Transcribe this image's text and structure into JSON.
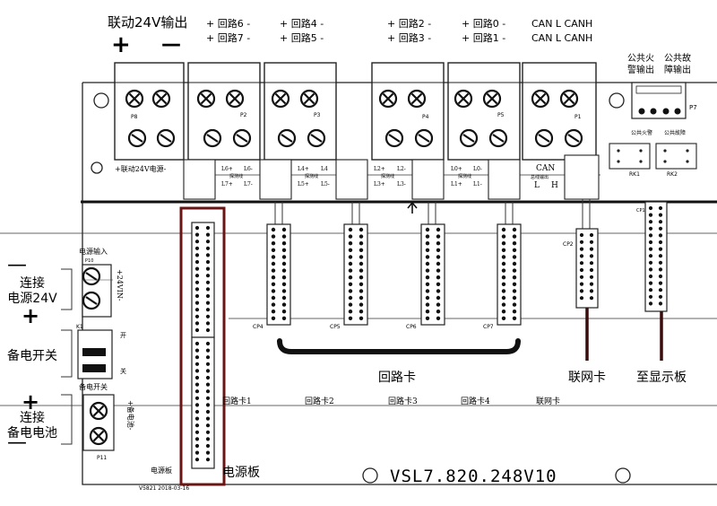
{
  "top_labels": {
    "linkage_24v": "联动24V输出",
    "plus": "+",
    "minus": "—",
    "loop6": "+ 回路6 -",
    "loop7": "+ 回路7 -",
    "loop4": "+ 回路4 -",
    "loop5": "+ 回路5 -",
    "loop2": "+ 回路2 -",
    "loop3": "+ 回路3 -",
    "loop0": "+ 回路0 -",
    "loop1": "+ 回路1 -",
    "can1": "CAN L CANH",
    "can2": "CAN L CANH",
    "fire_out": [
      "公共火",
      "警输出"
    ],
    "fault_out": [
      "公共故",
      "障输出"
    ]
  },
  "connectors": {
    "p8": "P8",
    "p2": "P2",
    "p3": "P3",
    "p4": "P4",
    "p5": "P5",
    "p1": "P1",
    "p7": "P7"
  },
  "silk": {
    "linkage_power": "+联动24V电源-",
    "l6p": "L6+",
    "l6m": "L6-",
    "l7p": "L7+",
    "l7m": "L7-",
    "det1": "探测线",
    "l4p": "L4+",
    "l4": "L4",
    "l5p": "L5+",
    "l5m": "L5-",
    "det2": "探测线",
    "l2p": "L2+",
    "l2m": "L2-",
    "l3p": "L3+",
    "l3m": "L3-",
    "det3": "探测线",
    "l0p": "L0+",
    "l0m": "L0-",
    "l1p": "L1+",
    "l1m": "L1-",
    "det4": "探测线",
    "can": "CAN",
    "can_out": "总线输出",
    "can_l": "L",
    "can_h": "H",
    "relay_fire": "公共火警",
    "relay_fault": "公共故障",
    "rk1": "RK1",
    "rk2": "RK2",
    "cp1": "CP1",
    "cp2": "CP2",
    "cp4": "CP4",
    "cp5": "CP5",
    "cp6": "CP6",
    "cp7": "CP7",
    "power_input": "电源输入",
    "p10": "P10",
    "vin": "+24VIN-",
    "k1": "K1",
    "on": "开",
    "off": "关",
    "backup_switch": "备电开关",
    "loop_card1": "回路卡1",
    "loop_card2": "回路卡2",
    "loop_card3": "回路卡3",
    "loop_card4": "回路卡4",
    "net_card": "联网卡",
    "backup_batt": "+备电池-",
    "p11": "P11",
    "power_board": "电源板",
    "board_id": "V5821  2018-03-16",
    "model": "VSL7.820.248V10"
  },
  "annotations": {
    "connect_24v": "连接\n电源24V",
    "backup_switch": "备电开关",
    "connect_batt": "连接\n备电电池",
    "power_board": "电源板",
    "loop_card": "回路卡",
    "net_card": "联网卡",
    "to_display": "至显示板",
    "plus": "+",
    "minus": "—"
  },
  "colors": {
    "outline": "#222222",
    "accent_red": "#7a1010",
    "accent_dark": "#3a0d0d"
  }
}
